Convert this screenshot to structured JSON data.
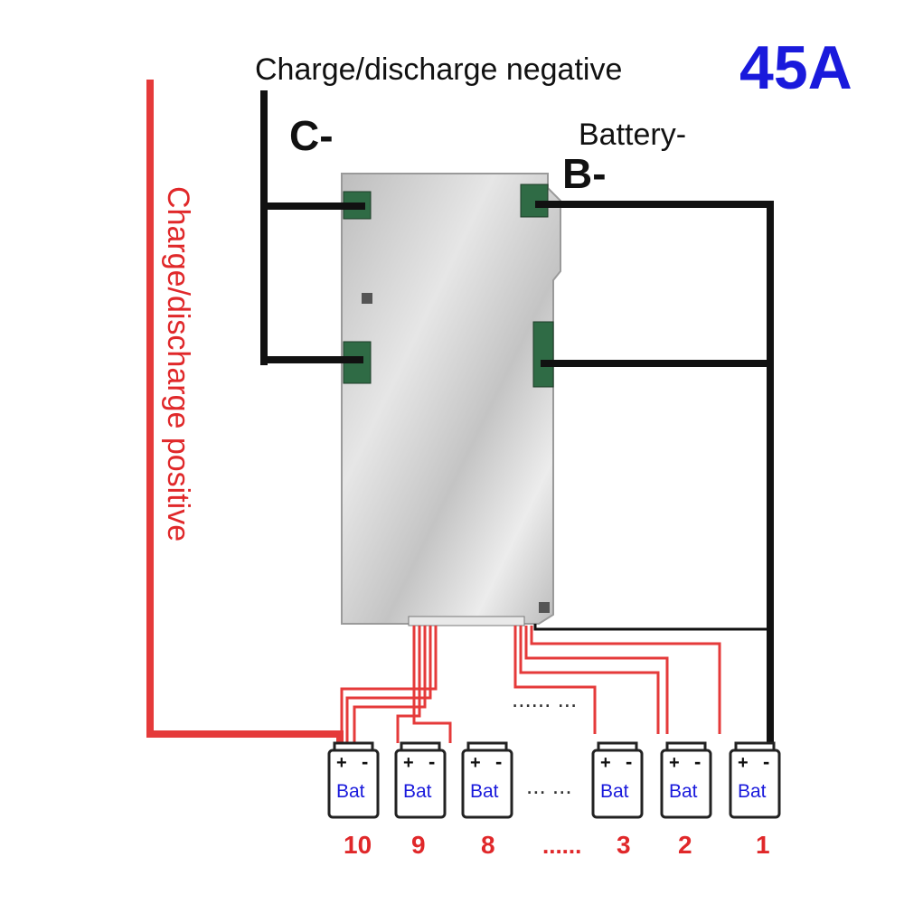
{
  "labels": {
    "neg_title": "Charge/discharge negative",
    "current": "45A",
    "c_minus": "C-",
    "battery_minus": "Battery-",
    "b_minus": "B-",
    "pos_vertical": "Charge/discharge positive"
  },
  "batteries": [
    {
      "plus": "+",
      "minus": "-",
      "text": "Bat",
      "number": "10"
    },
    {
      "plus": "+",
      "minus": "-",
      "text": "Bat",
      "number": "9"
    },
    {
      "plus": "+",
      "minus": "-",
      "text": "Bat",
      "number": "8"
    },
    {
      "plus": "+",
      "minus": "-",
      "text": "Bat",
      "number": "3"
    },
    {
      "plus": "+",
      "minus": "-",
      "text": "Bat",
      "number": "2"
    },
    {
      "plus": "+",
      "minus": "-",
      "text": "Bat",
      "number": "1"
    }
  ],
  "ellipsis": {
    "upper": "...... ...",
    "middle": "... ...",
    "bottom": "......"
  },
  "colors": {
    "blue_text": "#1a1adc",
    "red_text": "#e0282a",
    "red_wire": "#e53a3a",
    "black_wire": "#111111",
    "board": "#d4d4d4"
  }
}
